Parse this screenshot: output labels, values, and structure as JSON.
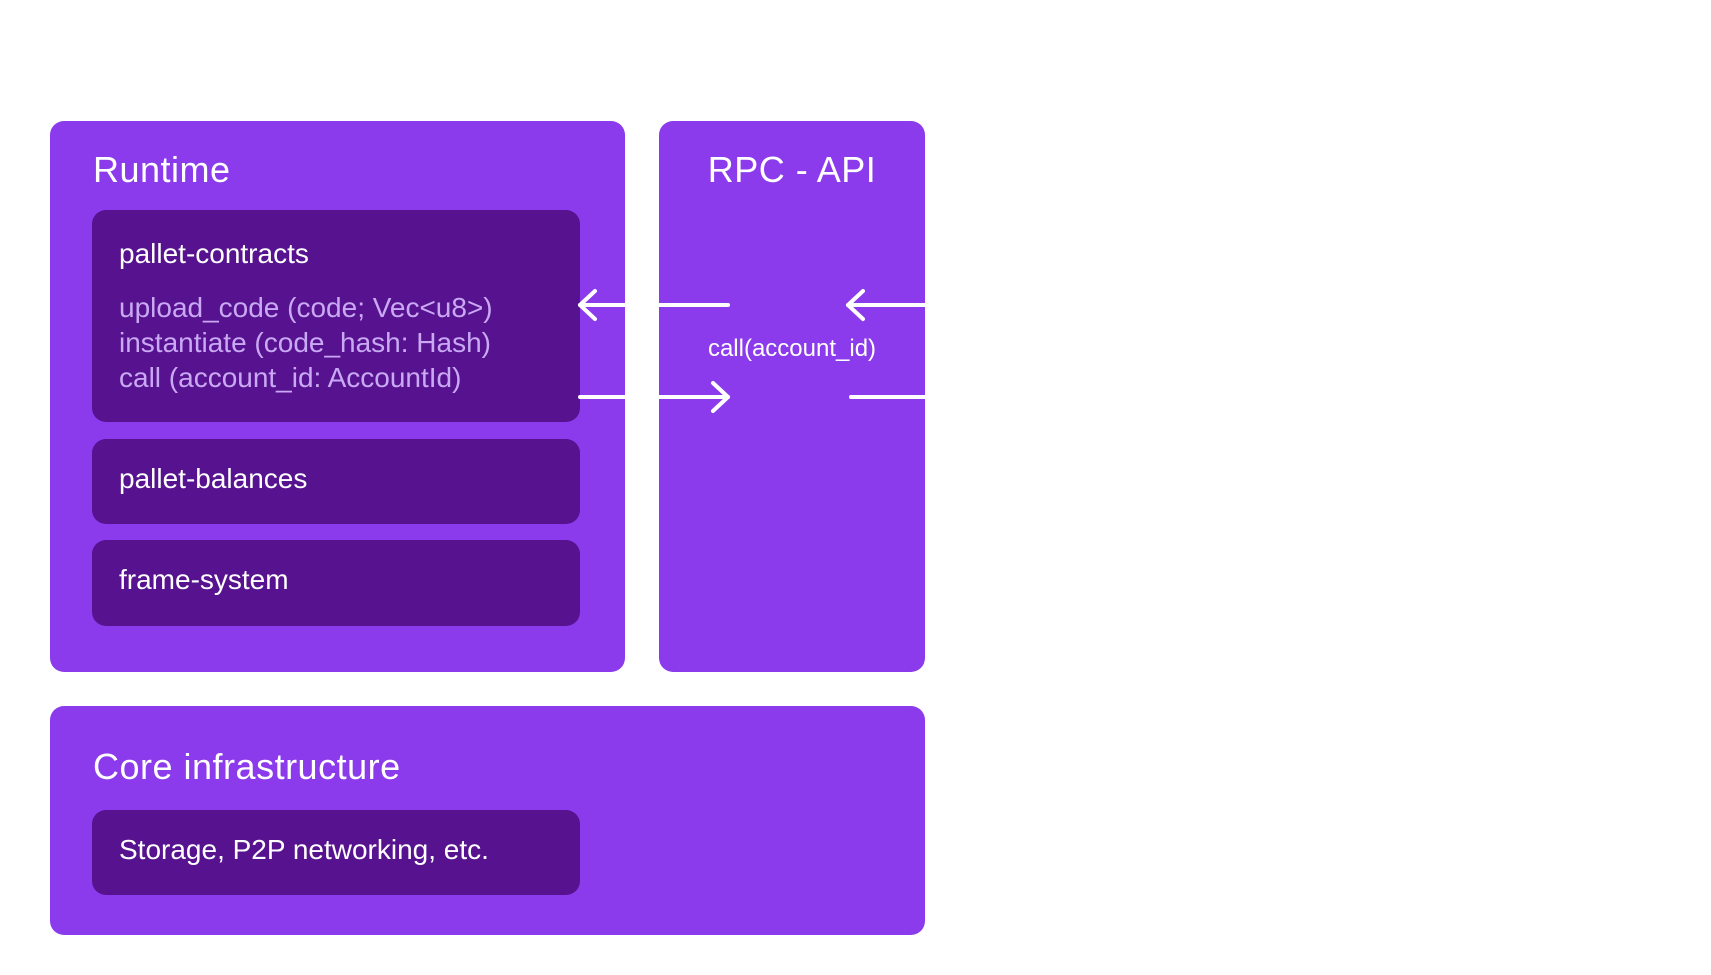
{
  "runtime": {
    "title": "Runtime",
    "modules": {
      "contracts": {
        "name": "pallet-contracts",
        "methods": [
          "upload_code (code; Vec<u8>)",
          "instantiate (code_hash: Hash)",
          "call (account_id: AccountId)"
        ]
      },
      "balances": {
        "name": "pallet-balances"
      },
      "system": {
        "name": "frame-system"
      }
    }
  },
  "rpc": {
    "title": "RPC - API",
    "call_label": "call(account_id)"
  },
  "core": {
    "title": "Core infrastructure",
    "item": "Storage, P2P networking, etc."
  },
  "colors": {
    "outer_panel": "#8B3BEB",
    "inner_panel": "#57128F",
    "method_text": "#C9A8F4",
    "text": "#FFFFFF"
  }
}
